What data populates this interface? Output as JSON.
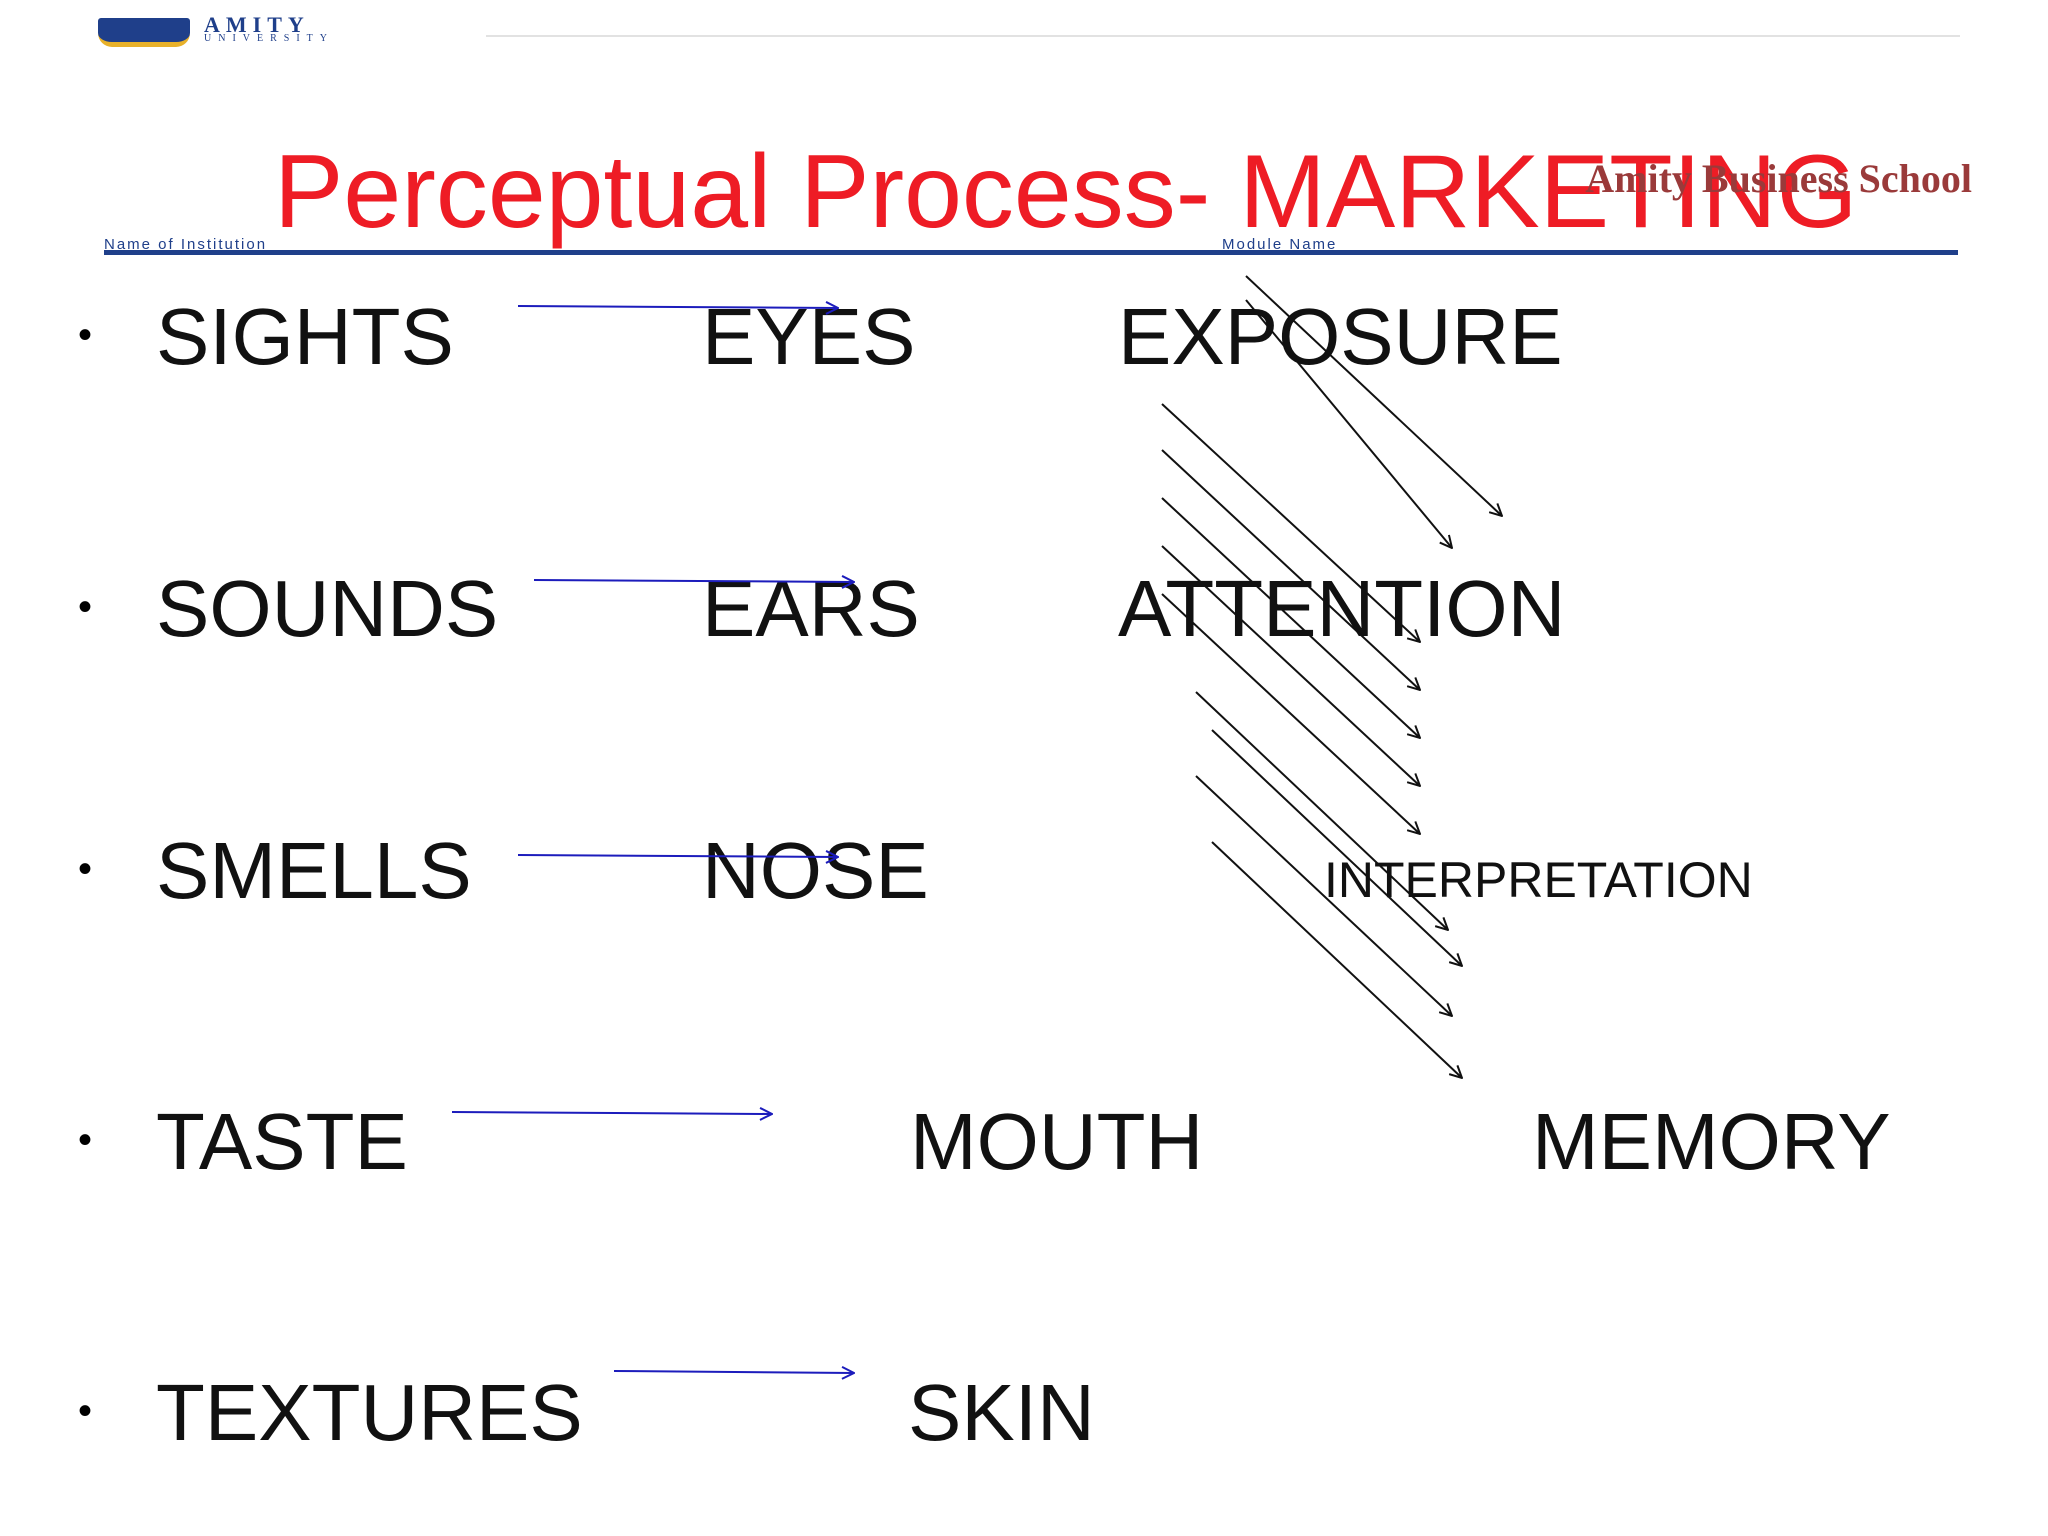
{
  "header": {
    "logo_text": "AMITY",
    "logo_subtext": "UNIVERSITY",
    "school_name": "Amity Business School",
    "institution_label": "Name of Institution",
    "module_label": "Module Name"
  },
  "title": "Perceptual Process- MARKETING",
  "rows": [
    {
      "stimulus": "SIGHTS",
      "organ": "EYES",
      "stage": "EXPOSURE"
    },
    {
      "stimulus": "SOUNDS",
      "organ": "EARS",
      "stage": "ATTENTION"
    },
    {
      "stimulus": "SMELLS",
      "organ": "NOSE",
      "stage": "INTERPRETATION"
    },
    {
      "stimulus": "TASTE",
      "organ": "MOUTH",
      "stage": "MEMORY"
    },
    {
      "stimulus": "TEXTURES",
      "organ": "SKIN"
    }
  ],
  "bullet_char": "•",
  "colors": {
    "title": "#ee1c25",
    "school": "#9a3a3a",
    "sense_arrow": "#1c1cbc",
    "flow_arrow": "#111111",
    "rule": "#1f3f8a"
  }
}
